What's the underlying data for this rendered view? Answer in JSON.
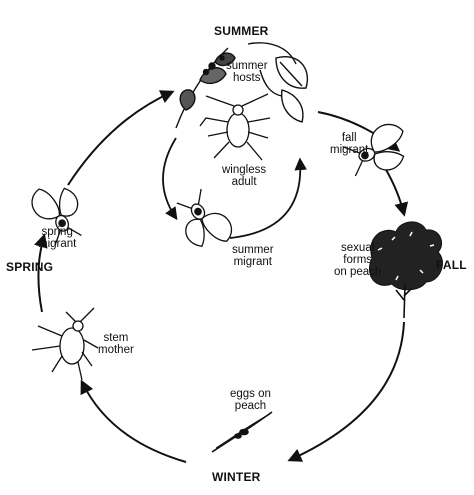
{
  "seasons": {
    "summer": "SUMMER",
    "fall": "FALL",
    "winter": "WINTER",
    "spring": "SPRING"
  },
  "stages": {
    "summer_hosts": [
      "summer",
      "hosts"
    ],
    "wingless_adult": [
      "wingless",
      "adult"
    ],
    "summer_migrant": [
      "summer",
      "migrant"
    ],
    "fall_migrant": [
      "fall",
      "migrant"
    ],
    "sexual_forms": [
      "sexual",
      "forms",
      "on peach"
    ],
    "eggs": [
      "eggs on",
      "peach"
    ],
    "stem_mother": [
      "stem",
      "mother"
    ],
    "spring_migrant": [
      "spring",
      "migrant"
    ]
  },
  "icons": [
    "host-foliage-icon",
    "wingless-aphid-icon",
    "winged-aphid-icon",
    "peach-tree-icon",
    "peach-twig-icon"
  ],
  "colors": {
    "ink": "#111111",
    "background": "#ffffff"
  }
}
